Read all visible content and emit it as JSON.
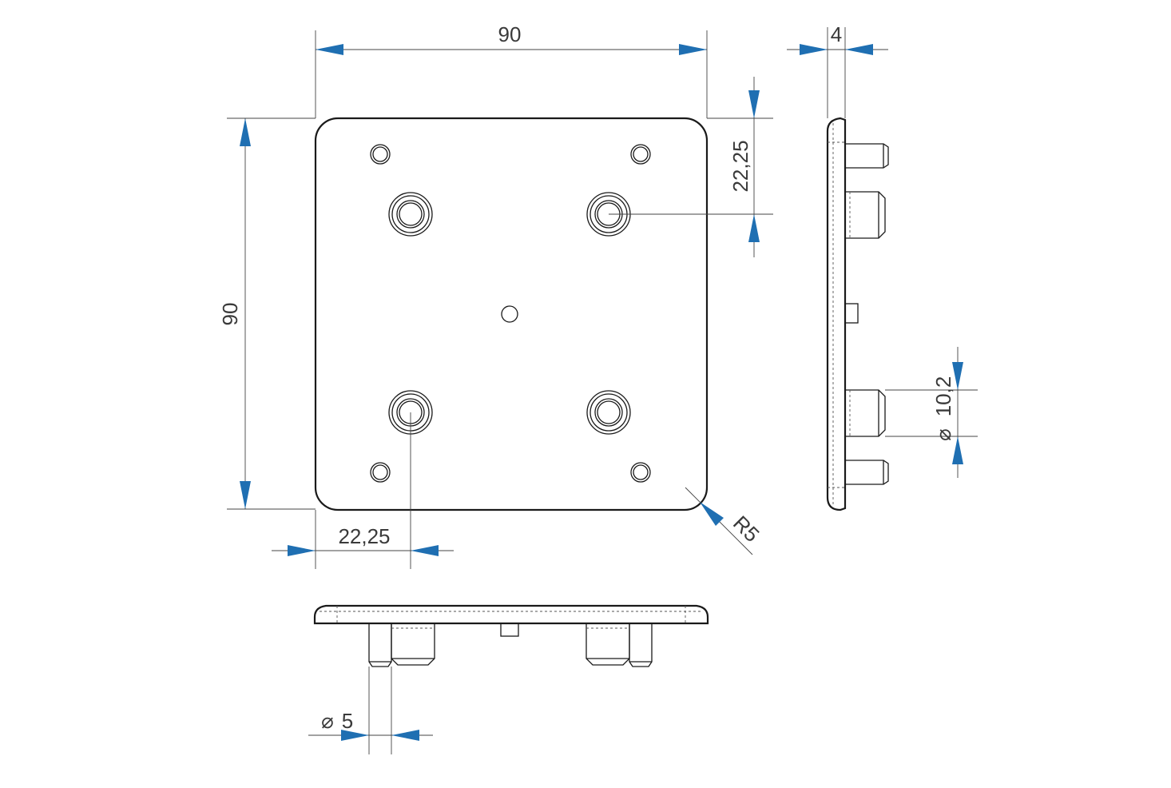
{
  "dimensions": {
    "overall_width": "90",
    "overall_height": "90",
    "hole_offset_vertical": "22,25",
    "hole_offset_horizontal": "22,25",
    "corner_radius": "R5",
    "thickness": "4",
    "boss_diameter": "10,2",
    "pin_diameter": "5",
    "diameter_symbol": "⌀"
  },
  "colors": {
    "arrow": "#1f6fb2",
    "line": "#1a1a1a"
  }
}
